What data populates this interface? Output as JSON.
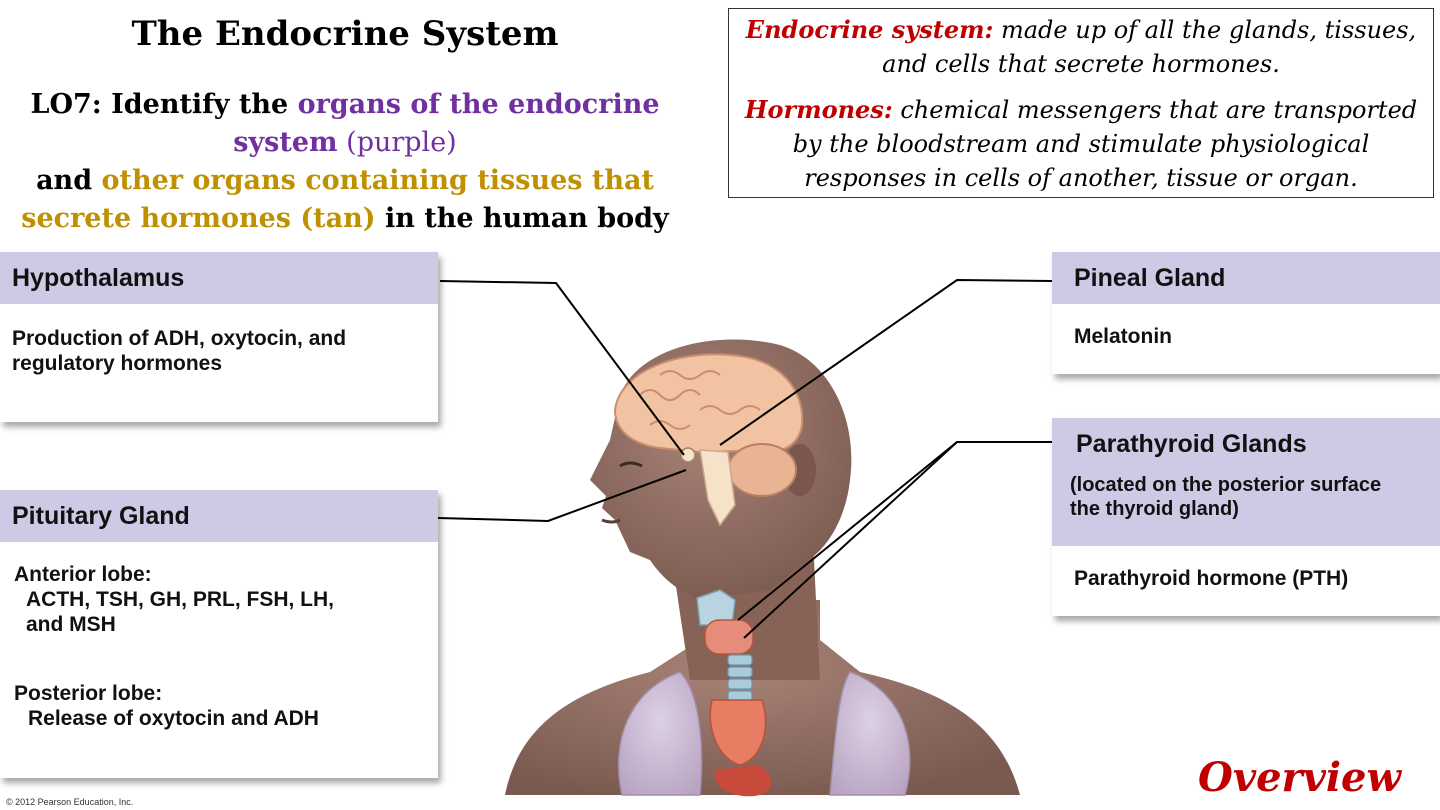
{
  "header": {
    "title": "The Endocrine System",
    "lo_prefix": "LO7: Identify the ",
    "lo_purple": "organs of the endocrine system",
    "lo_purple_note": " (purple)",
    "lo_and": "and ",
    "lo_tan": "other organs containing tissues that secrete hormones (tan)",
    "lo_suffix": " in the human body"
  },
  "definitions": [
    {
      "term": "Endocrine system:",
      "text": " made up of all the glands, tissues, and cells that secrete hormones."
    },
    {
      "term": "Hormones:",
      "text": " chemical messengers that are transported by the bloodstream and stimulate physiological responses in cells of another, tissue or organ."
    }
  ],
  "panels": {
    "hypothalamus": {
      "title": "Hypothalamus",
      "body": [
        "Production of ADH, oxytocin, and",
        "regulatory hormones"
      ]
    },
    "pituitary": {
      "title": "Pituitary Gland",
      "anterior_title": "Anterior lobe:",
      "anterior_lines": [
        "ACTH, TSH, GH, PRL, FSH, LH,",
        "and MSH"
      ],
      "posterior_title": "Posterior lobe:",
      "posterior_lines": [
        "Release of oxytocin and ADH"
      ]
    },
    "pineal": {
      "title": "Pineal Gland",
      "body": "Melatonin"
    },
    "parathyroid": {
      "title": "Parathyroid Glands",
      "note": [
        "(located on the posterior surface",
        "the thyroid gland)"
      ],
      "body": "Parathyroid hormone (PTH)"
    }
  },
  "footer": {
    "credit": "© 2012 Pearson Education, Inc.",
    "section": "Overview"
  },
  "colors": {
    "purple": "#7030a0",
    "tan": "#bf9000",
    "term_red": "#c00000",
    "panel_header": "#cec9e5",
    "skin": "#8e6a5f"
  }
}
